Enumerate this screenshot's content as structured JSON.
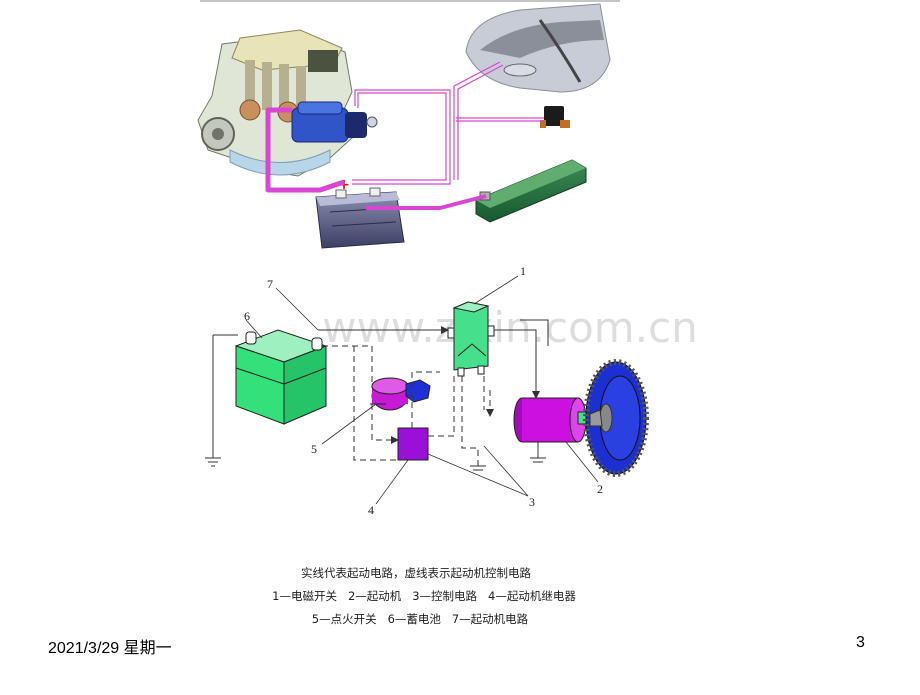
{
  "top_illustration": {
    "plus_sign": "+"
  },
  "schematic": {
    "callouts": [
      "1",
      "2",
      "3",
      "4",
      "5",
      "6",
      "7"
    ],
    "watermark": "www.zixin.com.cn"
  },
  "caption": {
    "line1": "实线代表起动电路，虚线表示起动机控制电路",
    "line2": "1—电磁开关   2—起动机   3—控制电路   4—起动机继电器",
    "line3": "5—点火开关   6—蓄电池   7—起动机电路"
  },
  "footer": {
    "date": "2021/3/29 星期一",
    "page": "3"
  },
  "colors": {
    "wire_magenta": "#d946d4",
    "battery_green": "#33e07a",
    "relay_purple": "#9a10d8",
    "solenoid_green": "#46e08c",
    "motor_magenta": "#cc10e0",
    "gear_blue": "#1c2fd0"
  }
}
